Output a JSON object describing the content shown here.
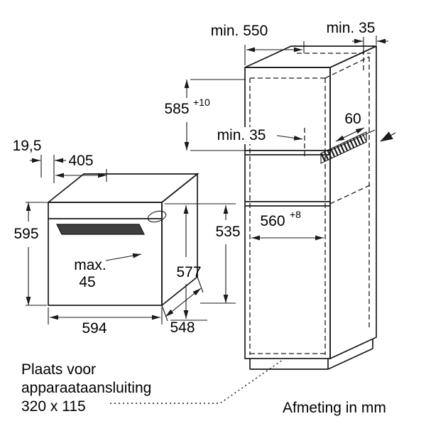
{
  "diagram": {
    "oven": {
      "top_offset": "19,5",
      "top_depth": "405",
      "height": "595",
      "handle_max_label": "max.",
      "handle_max_value": "45",
      "width": "594",
      "depth": "548",
      "depth_total": "577",
      "depth_body": "535"
    },
    "cabinet": {
      "min_depth": "min. 550",
      "min_top_gap": "min. 35",
      "min_shelf_gap": "min. 35",
      "vent_width": "60",
      "niche_height": "585",
      "niche_height_tol": "+10",
      "niche_width": "560",
      "niche_width_tol": "+8"
    },
    "footer": {
      "note_line1": "Plaats voor",
      "note_line2": "apparaataansluiting",
      "note_line3": "320 x 115",
      "units": "Afmeting in mm"
    }
  }
}
